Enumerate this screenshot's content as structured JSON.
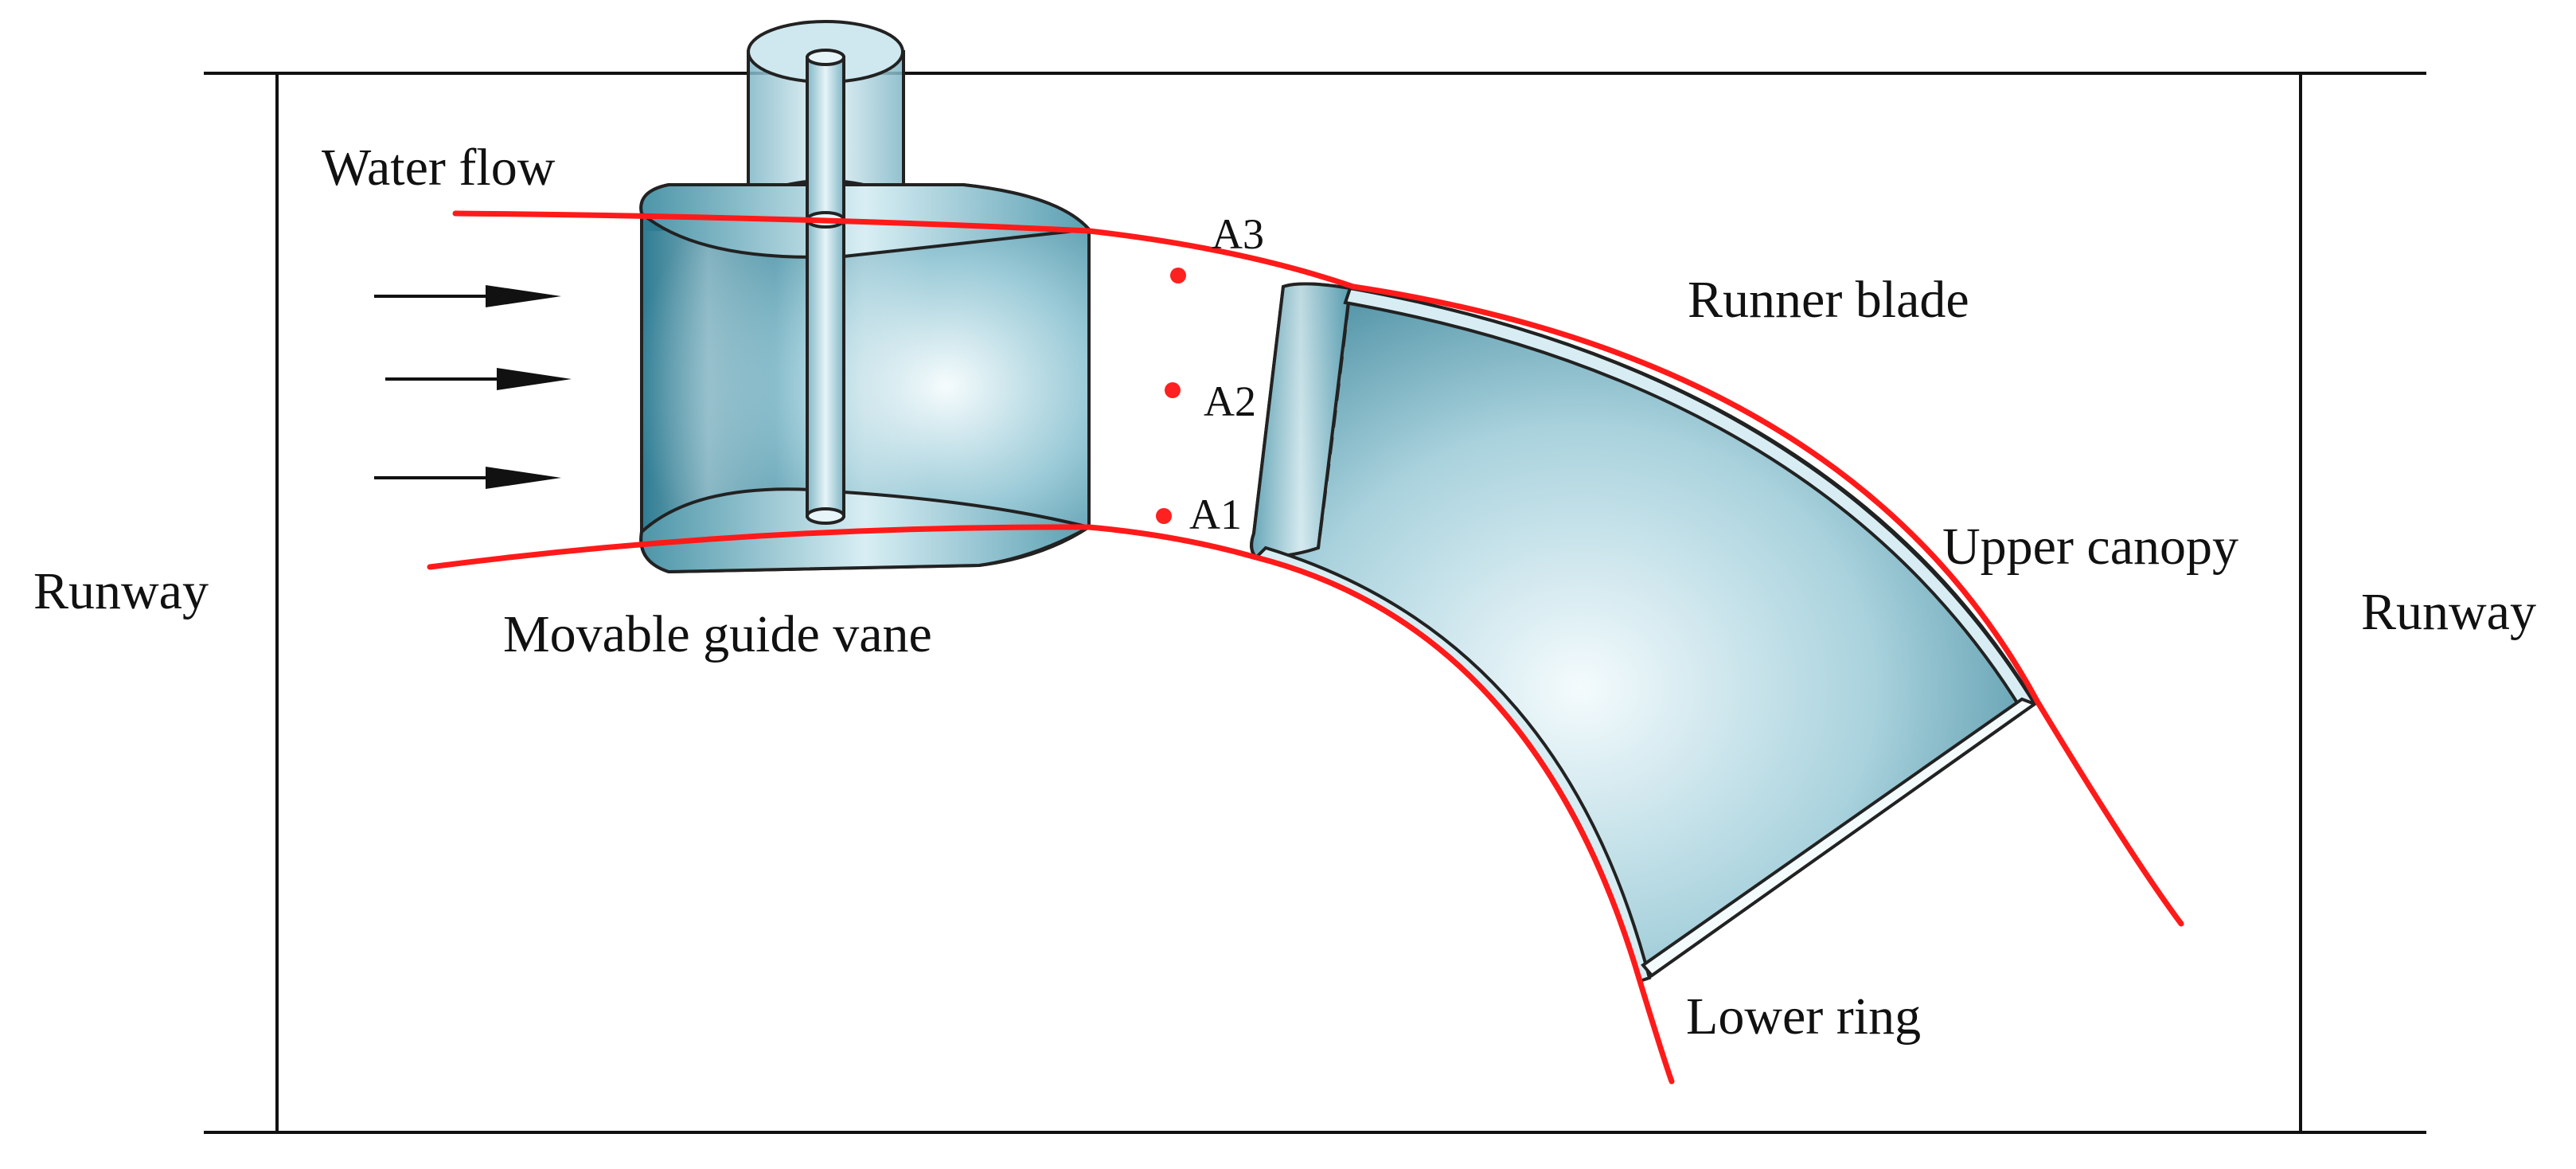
{
  "labels": {
    "water_flow": "Water flow",
    "runway_left": "Runway",
    "runway_right": "Runway",
    "movable_guide_vane": "Movable guide vane",
    "runner_blade": "Runner blade",
    "upper_canopy": "Upper canopy",
    "lower_ring": "Lower ring"
  },
  "points": [
    {
      "id": "A1",
      "label": "A1"
    },
    {
      "id": "A2",
      "label": "A2"
    },
    {
      "id": "A3",
      "label": "A3"
    }
  ],
  "flow_arrows": 3,
  "colors": {
    "streamline": "#ff1a1a",
    "point": "#ff2020",
    "component_dark": "#3f8a9e",
    "component_light": "#f2fafc",
    "outline": "#222222",
    "frame": "#111111"
  },
  "icons": [
    "arrow-right-icon"
  ]
}
